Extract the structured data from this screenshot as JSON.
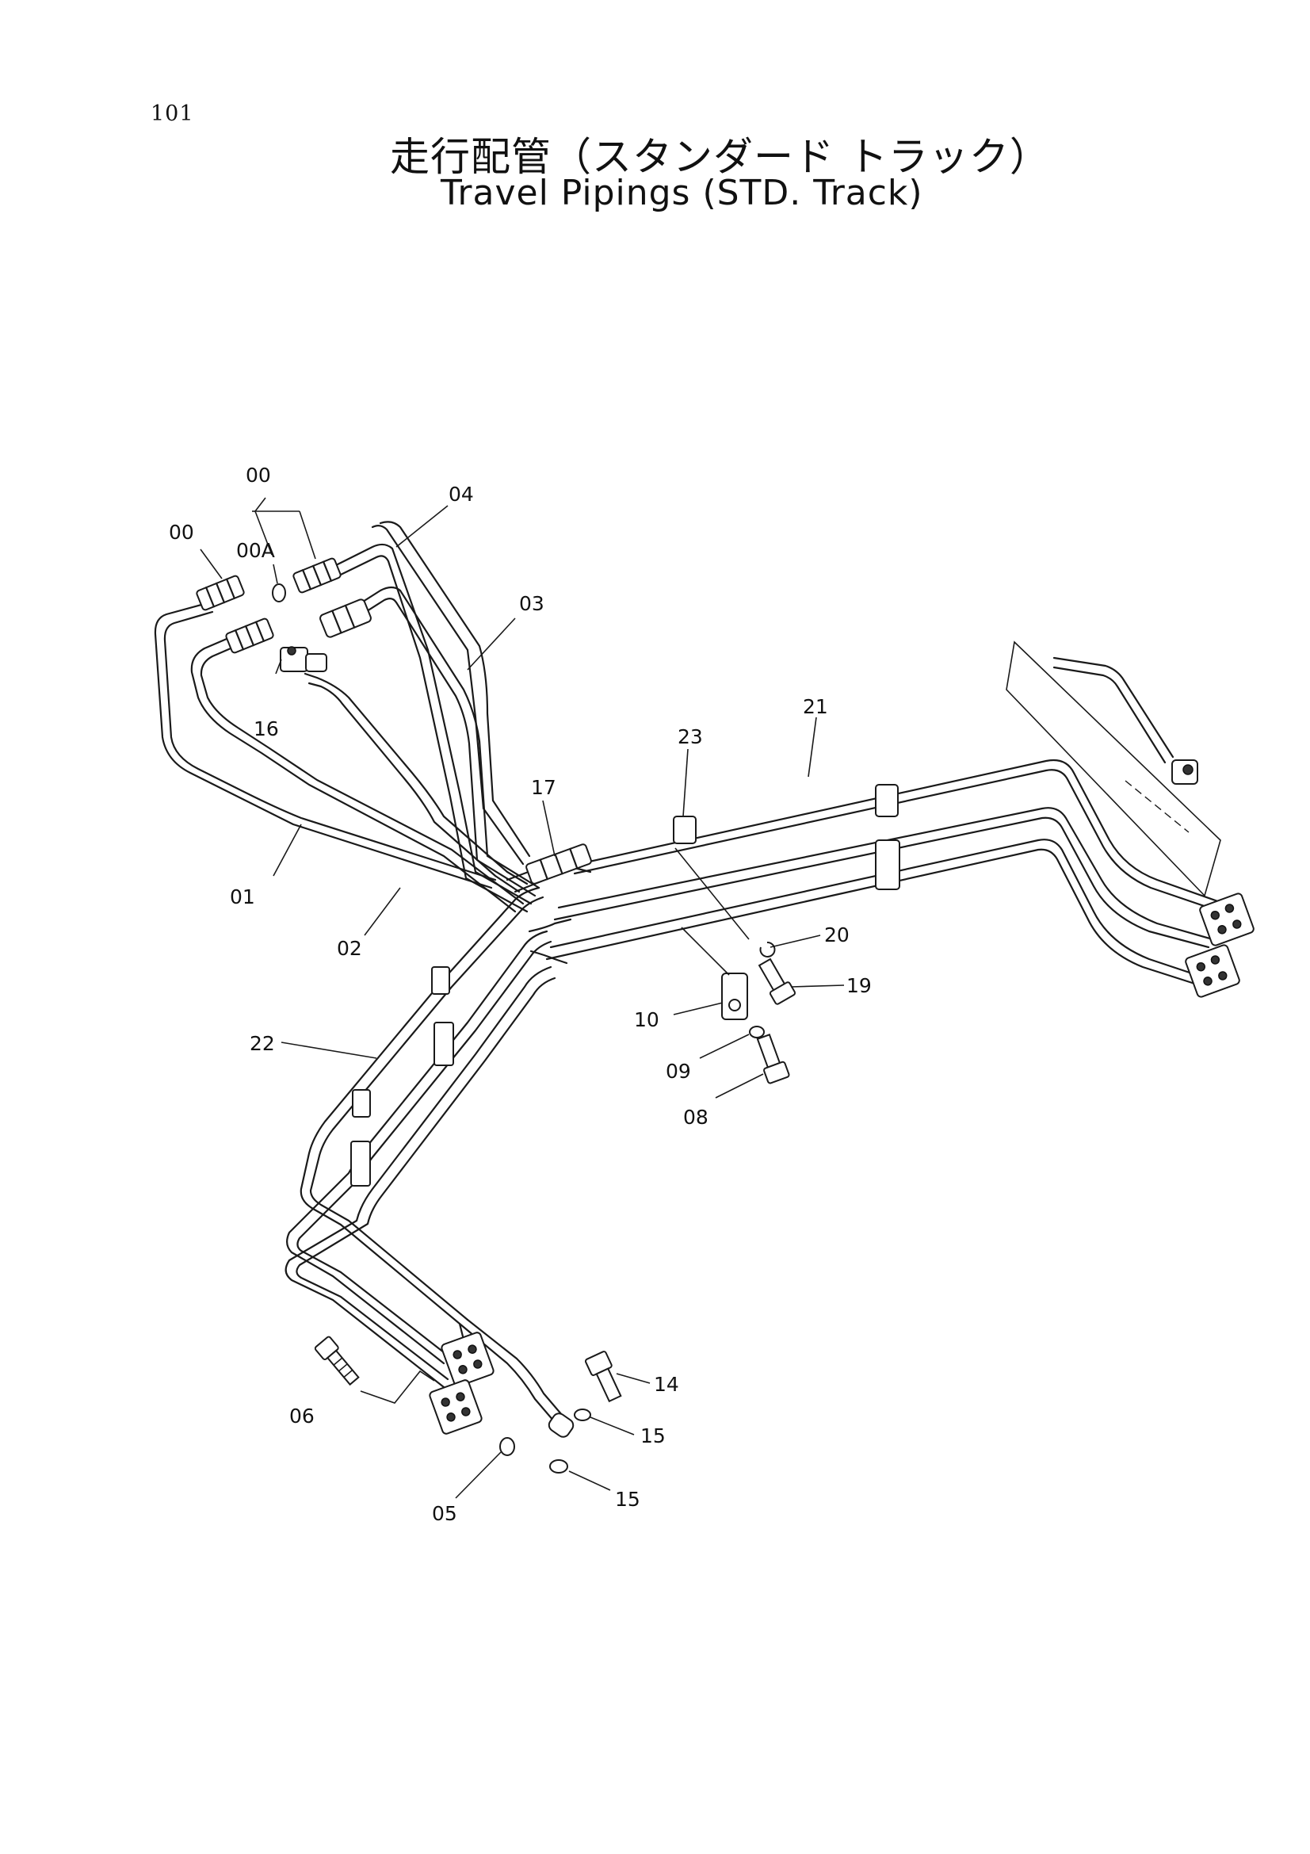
{
  "page": {
    "number": "101",
    "title_ja": "走行配管（スタンダード トラック）",
    "title_en": "Travel Pipings (STD. Track)"
  },
  "callouts": [
    "00",
    "00",
    "00A",
    "04",
    "03",
    "16",
    "21",
    "23",
    "17",
    "01",
    "02",
    "20",
    "19",
    "10",
    "22",
    "09",
    "08",
    "14",
    "06",
    "15",
    "15",
    "05"
  ]
}
